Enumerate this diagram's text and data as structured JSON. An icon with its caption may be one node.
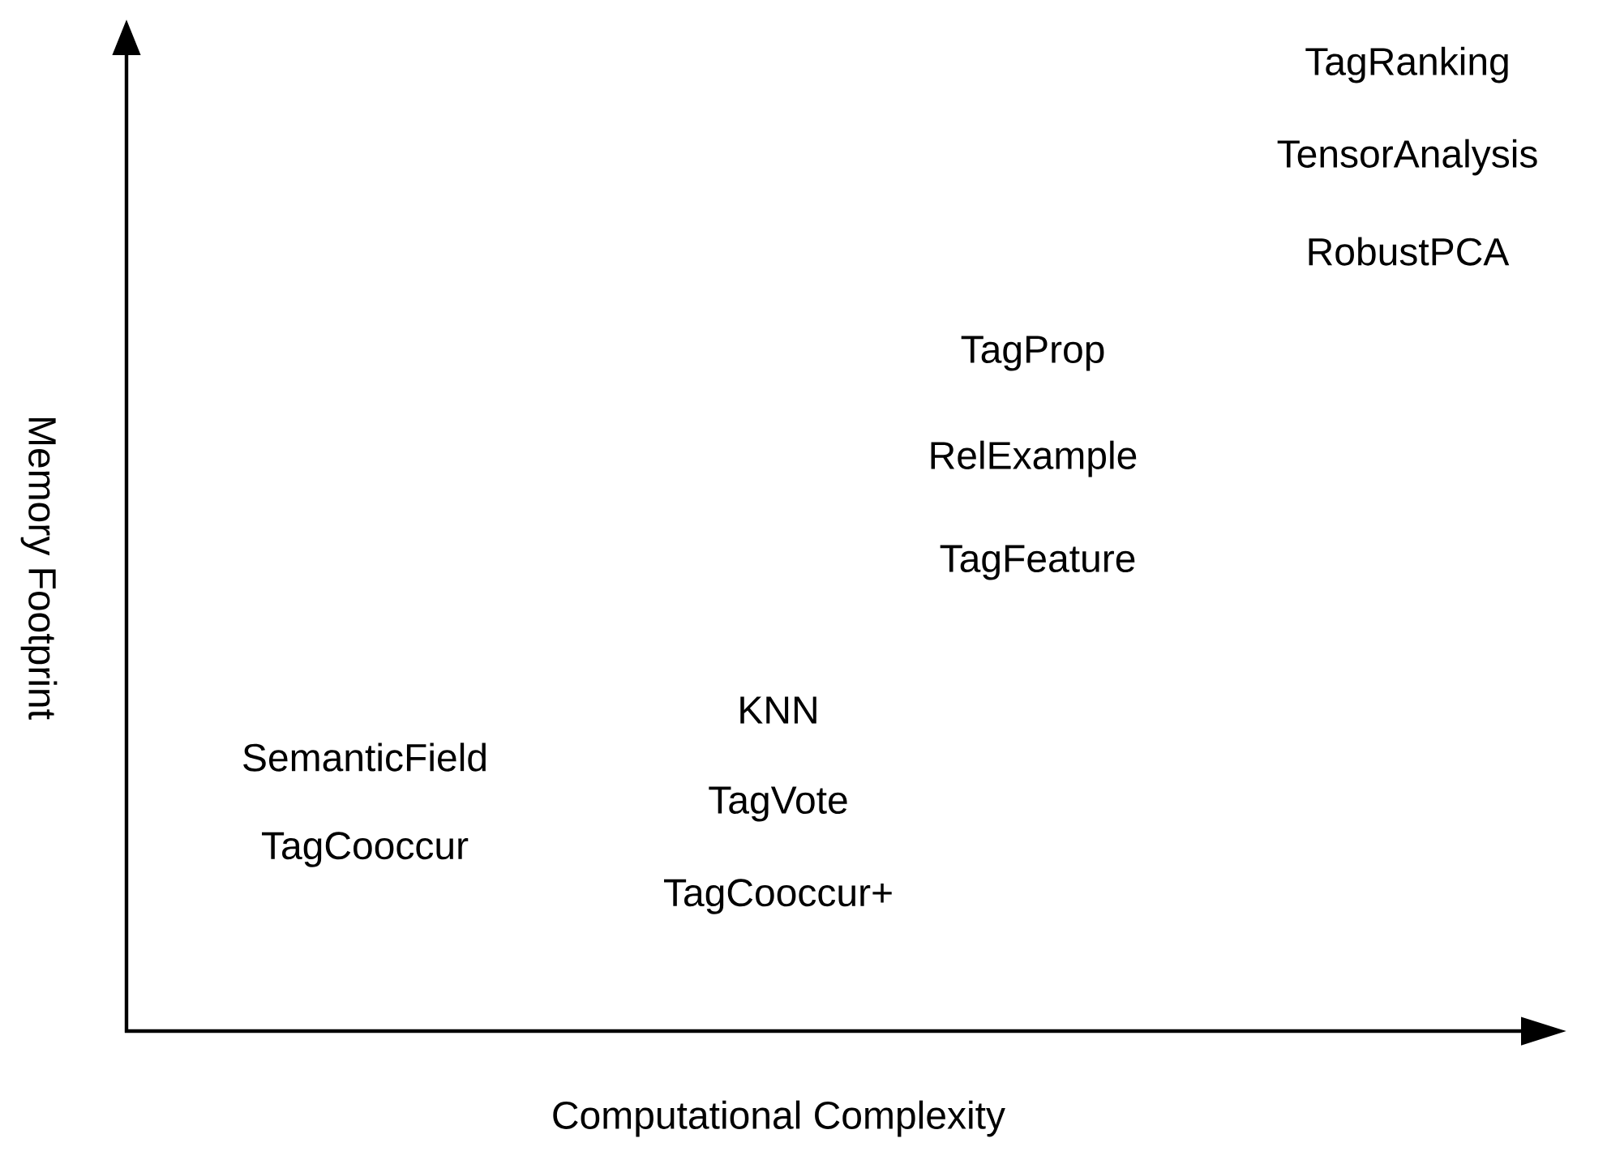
{
  "diagram": {
    "labels": [
      "TagRanking",
      "TensorAnalysis",
      "RobustPCA",
      "TagProp",
      "RelExample",
      "TagFeature",
      "KNN",
      "SemanticField",
      "TagVote",
      "TagCooccur",
      "TagCooccur+",
      "Memory Footprint",
      "Computational Complexity"
    ]
  }
}
